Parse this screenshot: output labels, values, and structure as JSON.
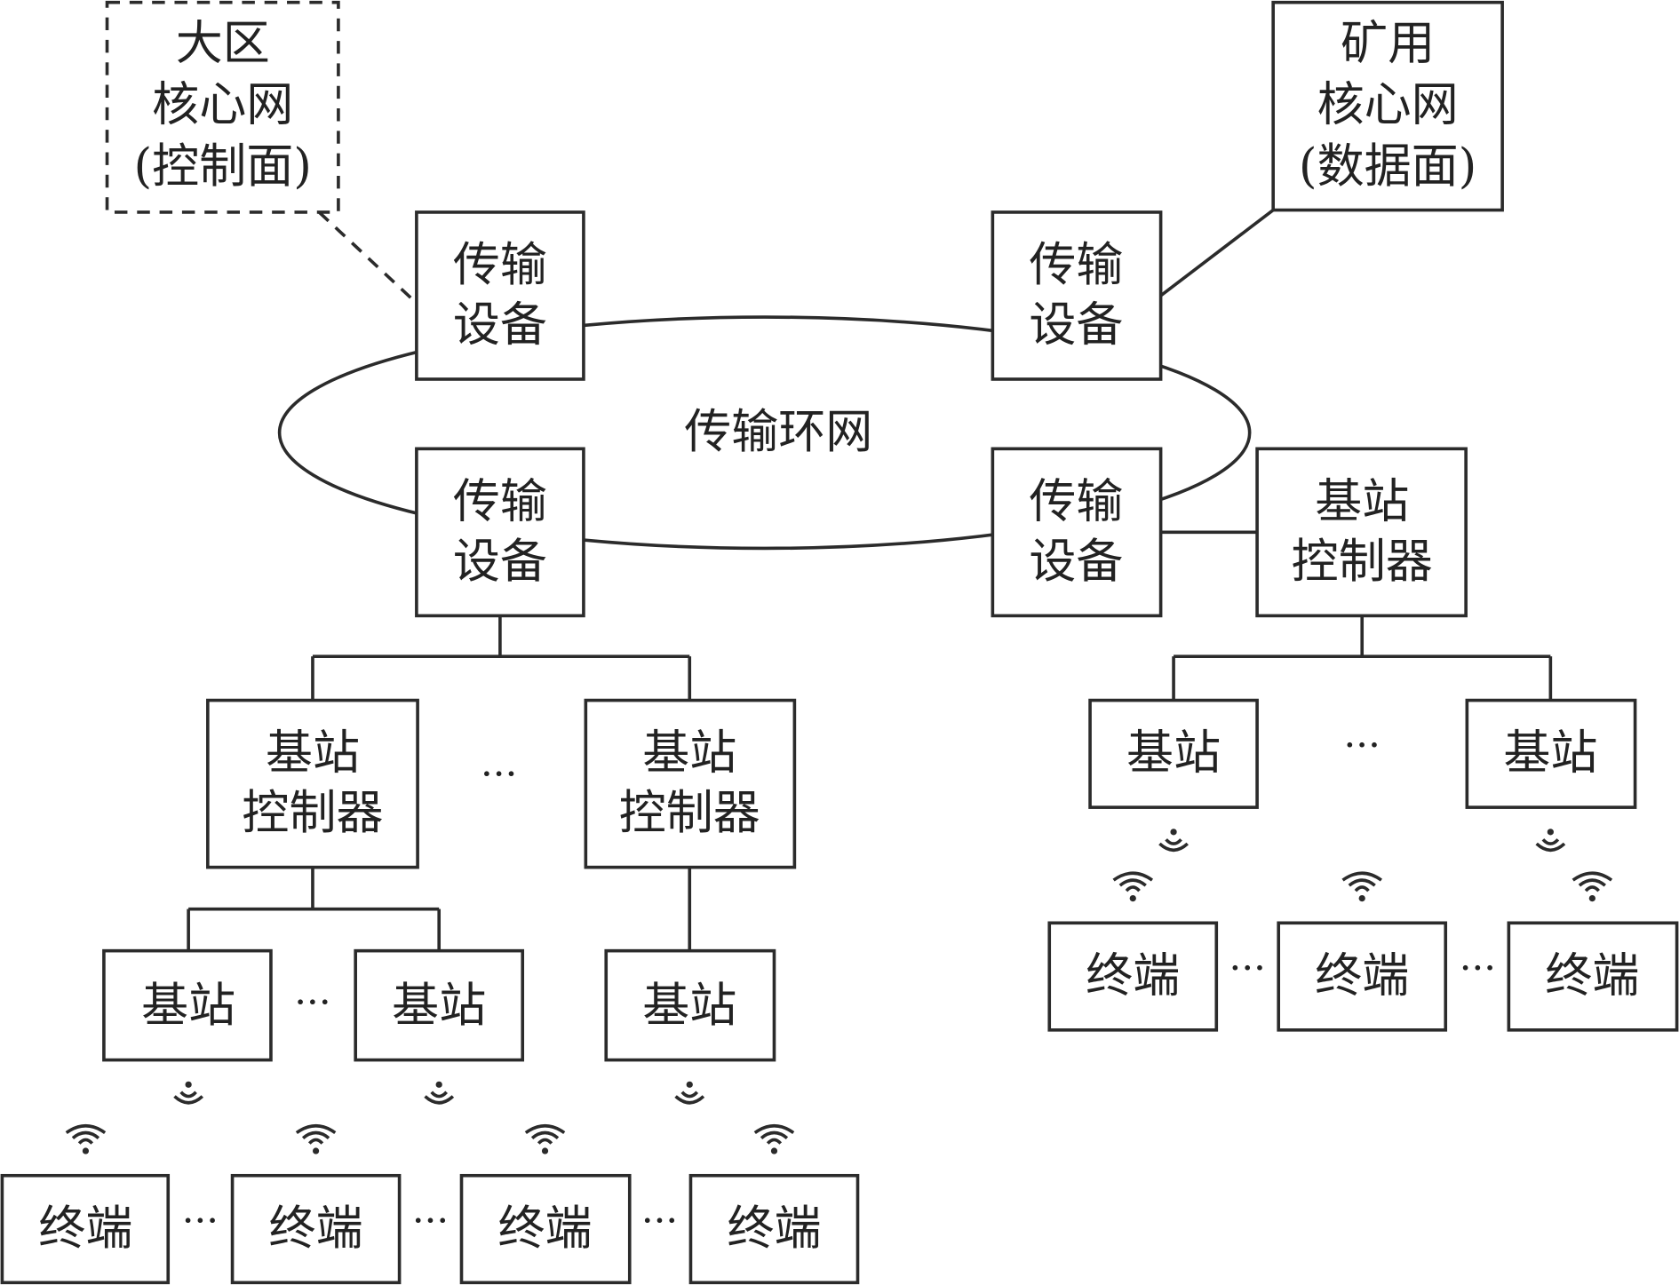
{
  "nodes": {
    "regional_core": [
      "大区",
      "核心网",
      "(控制面)"
    ],
    "mine_core": [
      "矿用",
      "核心网",
      "(数据面)"
    ],
    "transport": [
      "传输",
      "设备"
    ],
    "ring_label": "传输环网",
    "bs_controller": [
      "基站",
      "控制器"
    ],
    "base_station": "基站",
    "terminal": "终端",
    "ellipsis": "···"
  },
  "icons": {
    "downlink": "wifi-signal-down-icon",
    "uplink": "wifi-signal-up-icon"
  }
}
